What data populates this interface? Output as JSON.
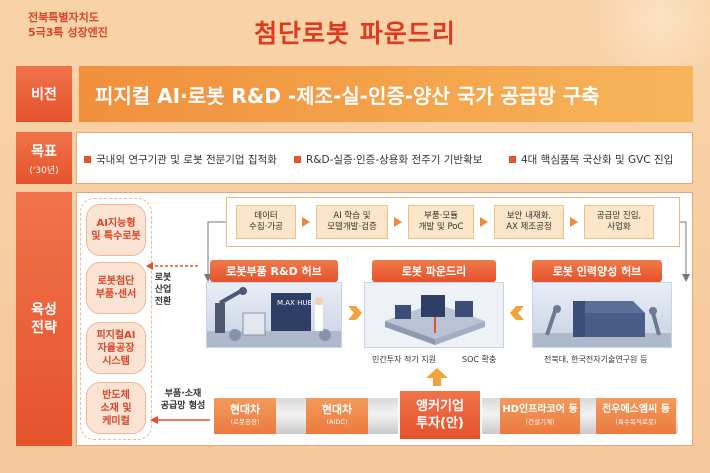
{
  "header": {
    "left_line1": "전북특별자치도",
    "left_line2": "5극3특 성장엔진",
    "title": "첨단로봇 파운드리"
  },
  "vision": {
    "label": "비전",
    "text": "피지컬 AI·로봇 R&D -제조-실-인증-양산 국가 공급망 구축"
  },
  "goal": {
    "label": "목표",
    "sublabel": "('30년)",
    "items": [
      "국내외 연구기관 및 로봇 전문기업 집적화",
      "R&D-실증·인증-상용화 전주기 기반확보",
      "4대 핵심품목 국산화 및 GVC 진입"
    ]
  },
  "strategy": {
    "label_line1": "육성",
    "label_line2": "전략",
    "pills": [
      [
        "AI지능형",
        "및 특수로봇"
      ],
      [
        "로봇첨단",
        "부품·센서"
      ],
      [
        "피지컬AI",
        "자율공장",
        "시스템"
      ],
      [
        "반도체",
        "소재 및",
        "케미컬"
      ]
    ],
    "transition_label": [
      "로봇",
      "산업",
      "전환"
    ],
    "supply_label": [
      "부품·소재",
      "공급망 형성"
    ],
    "flow": [
      [
        "데이터",
        "수집·가공"
      ],
      [
        "AI 학습 및",
        "모델개발·검증"
      ],
      [
        "부품·모듈",
        "개발 및 PoC"
      ],
      [
        "보안 내재화,",
        "AX 제조공정"
      ],
      [
        "공급망 진입,",
        "사업화"
      ]
    ],
    "hubs": {
      "rd": "로봇부품 R&D 허브",
      "foundry": "로봇 파운드리",
      "talent": "로봇 인력양성 허브"
    },
    "hub_sign": "M.AX HUB",
    "captions": {
      "foundry_left": "민간투자 적기 지원",
      "foundry_right": "SOC 확충",
      "talent": "전북대, 한국전자기술연구원 등"
    },
    "investors": [
      {
        "name": "현대차",
        "sub": "(로봇공장)"
      },
      {
        "name": "현대차",
        "sub": "(AIDC)"
      },
      {
        "name": "HD인프라코어 등",
        "sub": "(건설기계)"
      },
      {
        "name": "전우에스엠씨 등",
        "sub": "(특수목적로봇)"
      }
    ],
    "anchor": [
      "앵커기업",
      "투자(안)"
    ]
  },
  "colors": {
    "accent": "#e5522c",
    "orange": "#f18f3b",
    "background": "#f6c89a"
  }
}
